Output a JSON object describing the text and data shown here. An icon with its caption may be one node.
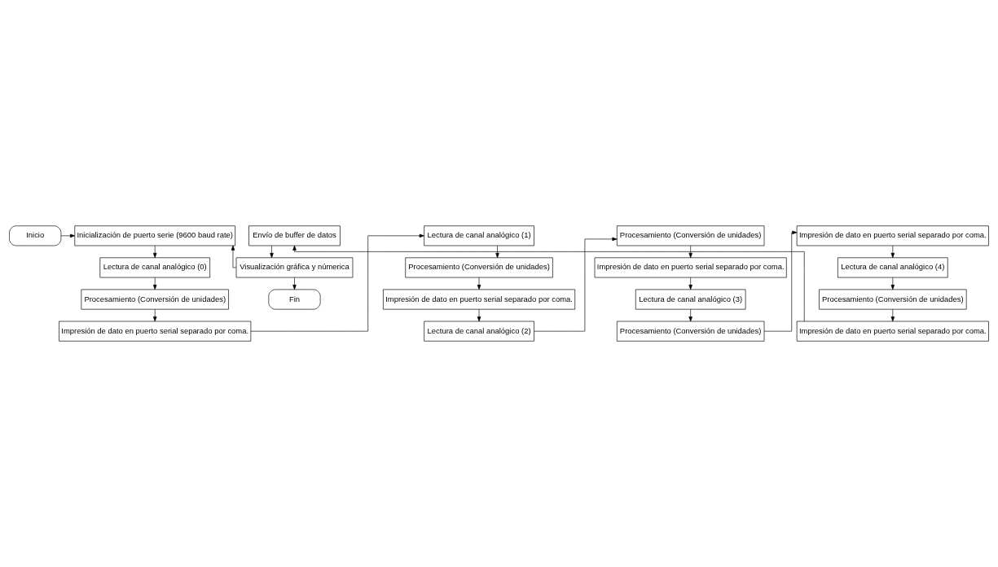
{
  "diagram": {
    "nodes": [
      {
        "text": [
          "Inicio"
        ]
      },
      {
        "text": [
          "Inicialización de puerto serie (9600 baud rate)"
        ]
      },
      {
        "text": [
          "Lectura de canal analógico (0)"
        ]
      },
      {
        "text": [
          "Procesamiento (Conversión de unidades)"
        ]
      },
      {
        "text": [
          "Impresión de dato en puerto serial separado por coma."
        ]
      },
      {
        "text": [
          "Lectura de canal analógico (1)"
        ]
      },
      {
        "text": [
          "Procesamiento (Conversión de unidades)"
        ]
      },
      {
        "text": [
          "Impresión de dato en puerto serial separado por coma."
        ]
      },
      {
        "text": [
          "Lectura de canal analógico (2)"
        ]
      },
      {
        "text": [
          "Procesamiento (Conversión de unidades)"
        ]
      },
      {
        "text": [
          "Impresión de dato en puerto serial separado por coma."
        ]
      },
      {
        "text": [
          "Lectura de canal analógico (3)"
        ]
      },
      {
        "text": [
          "Procesamiento (Conversión de unidades)"
        ]
      },
      {
        "text": [
          "Impresión de dato en puerto serial separado por coma."
        ]
      },
      {
        "text": [
          "Lectura de canal analógico (4)"
        ]
      },
      {
        "text": [
          "Procesamiento (Conversión de unidades)"
        ]
      },
      {
        "text": [
          "Impresión de dato en puerto serial separado por coma."
        ]
      },
      {
        "text": [
          "Envío de buffer de datos"
        ]
      },
      {
        "text": [
          "Visualización gráfica y númerica"
        ]
      },
      {
        "text": [
          "Fin"
        ]
      }
    ],
    "edges": [
      {
        "from": 0,
        "to": 1,
        "arrow": "to"
      },
      {
        "from": 1,
        "to": 2,
        "arrow": "to"
      },
      {
        "from": 2,
        "to": 3,
        "arrow": "to"
      },
      {
        "from": 3,
        "to": 4,
        "arrow": "to"
      },
      {
        "from": 4,
        "to": 5,
        "arrow": "to"
      },
      {
        "from": 5,
        "to": 6,
        "arrow": "to"
      },
      {
        "from": 6,
        "to": 7,
        "arrow": "to"
      },
      {
        "from": 7,
        "to": 8,
        "arrow": "to"
      },
      {
        "from": 8,
        "to": 9,
        "arrow": "to"
      },
      {
        "from": 9,
        "to": 10,
        "arrow": "to"
      },
      {
        "from": 10,
        "to": 11,
        "arrow": "to"
      },
      {
        "from": 11,
        "to": 12,
        "arrow": "to"
      },
      {
        "from": 12,
        "to": 13,
        "arrow": "to"
      },
      {
        "from": 13,
        "to": 14,
        "arrow": "to"
      },
      {
        "from": 14,
        "to": 15,
        "arrow": "to"
      },
      {
        "from": 15,
        "to": 16,
        "arrow": "to"
      },
      {
        "from": 16,
        "to": 17,
        "arrow": "to"
      },
      {
        "from": 17,
        "to": 18,
        "arrow": "to"
      },
      {
        "from": 18,
        "to": 19,
        "arrow": "to"
      },
      {
        "from": 18,
        "to": 1,
        "arrow": "to"
      }
    ]
  }
}
